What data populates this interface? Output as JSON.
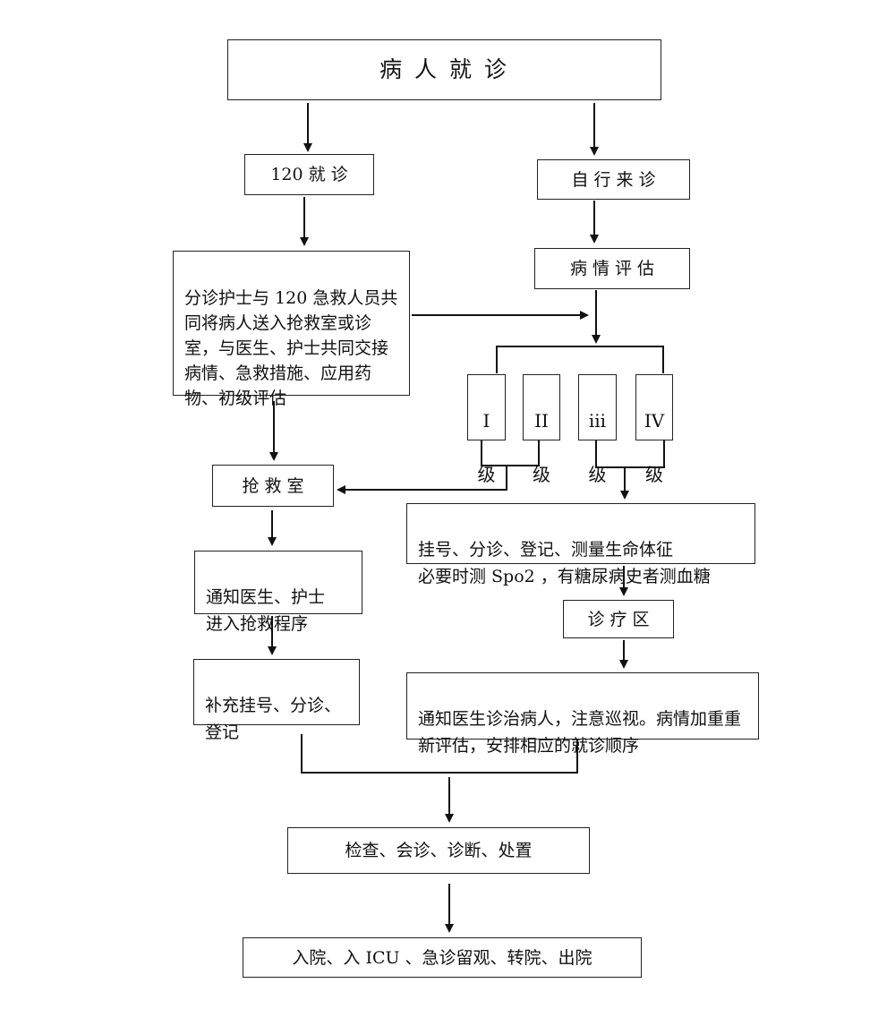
{
  "diagram": {
    "type": "emergency-triage-flowchart",
    "nodes": {
      "patient_visit": "病 人 就 诊",
      "ambulance_120": "120 就 诊",
      "self_arrival": "自 行 来 诊",
      "handover_note": "分诊护士与 120 急救人员共同将病人送入抢救室或诊室，与医生、护士共同交接病情、急救措施、应用药物、初级评估",
      "condition_assessment": "病 情 评 估",
      "levels": [
        {
          "roman": "I",
          "unit": "级"
        },
        {
          "roman": "II",
          "unit": "级"
        },
        {
          "roman": "iii",
          "unit": "级"
        },
        {
          "roman": "IV",
          "unit": "级"
        }
      ],
      "resus_room": "抢 救 室",
      "notify_resus": "通知医生、护士\n进入抢救程序",
      "supplement_register": "补充挂号、分诊、\n登记",
      "register_vitals": "挂号、分诊、登记、测量生命体征\n必要时测 Spo2 ，有糖尿病史者测血糖",
      "clinic_area": "诊 疗 区",
      "notify_treat": "通知医生诊治病人，注意巡视。病情加重重新评估，安排相应的就诊顺序",
      "exam_consult": "检查、会诊、诊断、处置",
      "disposition": "入院、入 ICU 、急诊留观、转院、出院"
    }
  },
  "colors": {
    "line": "#111111",
    "border": "#222222",
    "background": "#ffffff"
  }
}
